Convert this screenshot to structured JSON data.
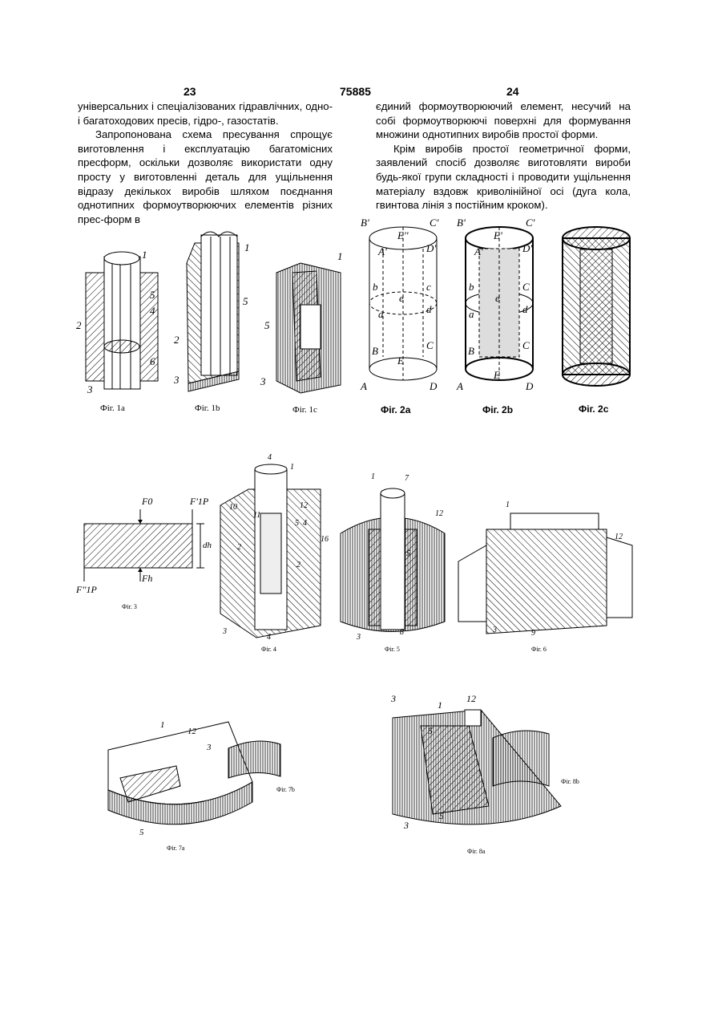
{
  "header": {
    "page_left": "23",
    "patent_number": "75885",
    "page_right": "24"
  },
  "left_column": {
    "p1": "універсальних і спеціалізованих гідравлічних, одно- і багатоходових пресів, гідро-, газостатів.",
    "p2": "Запропонована схема пресування спрощує виготовлення і експлуатацію багатомісних пресформ, оскільки дозволяє використати одну просту у виготовленні деталь для ущільнення відразу декількох виробів шляхом поєднання однотипних формоутворюючих елементів різних прес-форм в"
  },
  "right_column": {
    "p1": "єдиний формоутворюючий елемент, несучий на собі формоутворюючі поверхні для формування множини однотипних виробів простої форми.",
    "p2": "Крім виробів простої геометричної форми, заявлений спосіб дозволяє виготовляти вироби будь-якої групи складності і проводити ущільнення матеріалу вздовж криволінійної осі (дуга кола, гвинтова лінія з постійним кроком)."
  },
  "captions": {
    "fig1a": "Фіг. 1а",
    "fig1b": "Фіг. 1b",
    "fig1c": "Фіг. 1с",
    "fig2a": "Фіг. 2а",
    "fig2b": "Фіг. 2b",
    "fig2c": "Фіг. 2с",
    "fig3": "Фіг. 3",
    "fig4": "Фіг. 4",
    "fig5": "Фіг. 5",
    "fig6": "Фіг. 6",
    "fig7a": "Фіг. 7а",
    "fig7b": "Фіг. 7b",
    "fig8a": "Фіг. 8а",
    "fig8b": "Фіг. 8b"
  },
  "labels": {
    "fig1a": [
      "1",
      "5",
      "4",
      "2",
      "6",
      "3"
    ],
    "fig1b": [
      "1",
      "5",
      "2",
      "3"
    ],
    "fig1c": [
      "1",
      "5",
      "3"
    ],
    "fig2a": [
      "B'",
      "C'",
      "E''",
      "A'",
      "D'",
      "b",
      "c",
      "e",
      "a",
      "d",
      "B",
      "C",
      "E",
      "A",
      "D"
    ],
    "fig2b": [
      "B'",
      "C'",
      "E'",
      "A'",
      "D'",
      "b",
      "C",
      "e",
      "a",
      "d",
      "B",
      "C",
      "E",
      "A",
      "D"
    ],
    "fig3": [
      "F0",
      "F'1P",
      "dh",
      "F''1P",
      "Fh"
    ],
    "fig4": [
      "4",
      "1",
      "11",
      "10",
      "12",
      "5",
      "4",
      "2",
      "16",
      "2",
      "3",
      "4"
    ],
    "fig5": [
      "1",
      "7",
      "12",
      "5",
      "3",
      "8"
    ],
    "fig6": [
      "1",
      "12",
      "3",
      "9"
    ],
    "fig7a": [
      "1",
      "12",
      "3",
      "5"
    ],
    "fig8a": [
      "3",
      "12",
      "1",
      "5",
      "5",
      "3"
    ]
  }
}
